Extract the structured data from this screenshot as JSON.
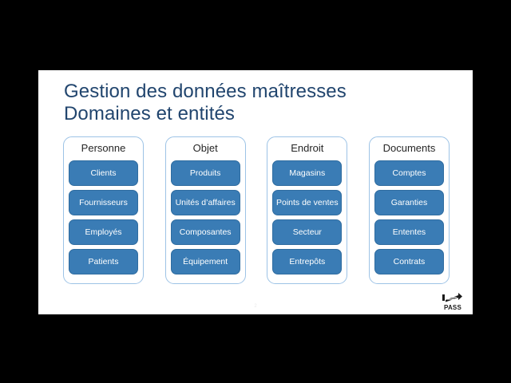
{
  "slide": {
    "title_line_1": "Gestion des données maîtresses",
    "title_line_2": "Domaines et entités",
    "artifact_mark": "2",
    "colors": {
      "background": "#000000",
      "slide_background": "#ffffff",
      "title_text": "#21456e",
      "domain_border": "#9dc3e6",
      "domain_title_text": "#262626",
      "entity_fill": "#3a7cb5",
      "entity_border": "#2f6ca0",
      "entity_text": "#ffffff"
    },
    "domains": [
      {
        "title": "Personne",
        "entities": [
          "Clients",
          "Fournisseurs",
          "Employés",
          "Patients"
        ]
      },
      {
        "title": "Objet",
        "entities": [
          "Produits",
          "Unités d’affaires",
          "Composantes",
          "Équipement"
        ]
      },
      {
        "title": "Endroit",
        "entities": [
          "Magasins",
          "Points de ventes",
          "Secteur",
          "Entrepôts"
        ]
      },
      {
        "title": "Documents",
        "entities": [
          "Comptes",
          "Garanties",
          "Ententes",
          "Contrats"
        ]
      }
    ],
    "logo": {
      "icon": "pass-logo-mark",
      "text": "PASS"
    }
  }
}
